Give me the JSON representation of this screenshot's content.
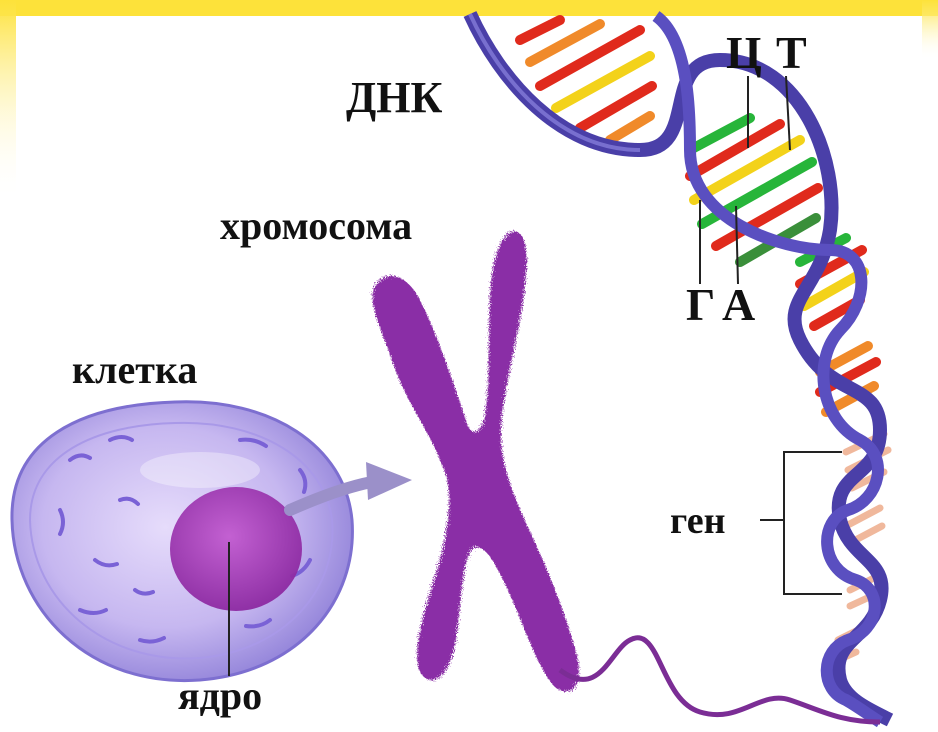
{
  "labels": {
    "dna": "ДНК",
    "chromosome": "хромосома",
    "cell": "клетка",
    "nucleus": "ядро",
    "gene": "ген",
    "base_c": "Ц",
    "base_t": "Т",
    "base_g": "Г",
    "base_a": "А"
  },
  "colors": {
    "frame_yellow": "#fde23a",
    "helix_backbone": "#4a3fa8",
    "chromosome": "#8a2fa6",
    "cell_body": "#c9bdf2",
    "nucleus": "#a23ab6",
    "base_green": "#27b53a",
    "base_red": "#e02a1c",
    "base_yellow": "#f3d21a",
    "base_orange": "#f08a2a"
  }
}
